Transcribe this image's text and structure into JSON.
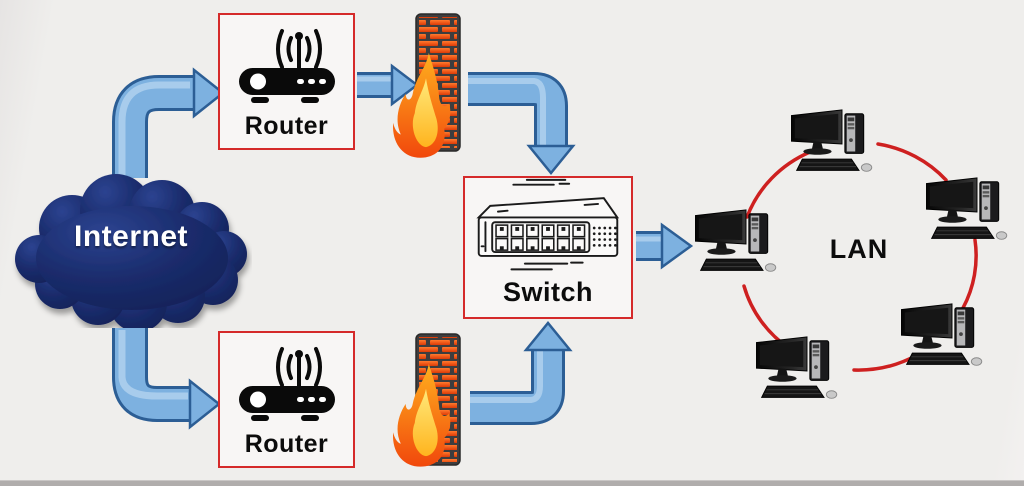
{
  "diagram": {
    "internet": {
      "label": "Internet",
      "type": "cloud"
    },
    "router_top": {
      "label": "Router"
    },
    "router_bottom": {
      "label": "Router"
    },
    "switch": {
      "label": "Switch"
    },
    "lan": {
      "label": "LAN",
      "computer_count": 5
    },
    "firewall_count": 2,
    "colors": {
      "background": "#efeeec",
      "cloud_fill": "#1b2d6e",
      "node_border": "#d52a2a",
      "arrow_fill": "#7db1e0",
      "arrow_outline": "#2c5e95",
      "lan_ring": "#ce2020",
      "brick": "#e8470f",
      "flame_inner": "#ffd54a",
      "flame_outer": "#f1480c",
      "label_color": "#0c0c0c",
      "label_text_internet": "#ffffff"
    }
  }
}
